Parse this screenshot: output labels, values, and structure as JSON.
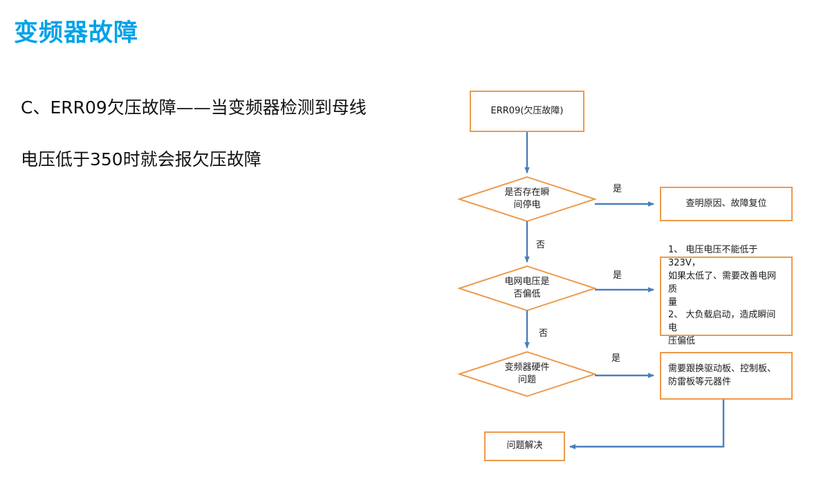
{
  "slide": {
    "title": "变频器故障",
    "body_lines": [
      "C、ERR09欠压故障——当变频器检测到母线",
      "电压低于350时就会报欠压故障"
    ]
  },
  "colors": {
    "title": "#00A2E8",
    "node_border": "#ED9A4B",
    "connector": "#4A7EBB",
    "text": "#1a1a1a",
    "background": "#ffffff"
  },
  "flowchart": {
    "type": "flowchart",
    "nodes": [
      {
        "id": "start",
        "shape": "rectangle",
        "text": "ERR09(欠压故障)"
      },
      {
        "id": "d1",
        "shape": "diamond",
        "text": "是否存在瞬\n间停电"
      },
      {
        "id": "a1",
        "shape": "rectangle",
        "text": "查明原因、故障复位"
      },
      {
        "id": "d2",
        "shape": "diamond",
        "text": "电网电压是\n否偏低"
      },
      {
        "id": "a2",
        "shape": "rectangle",
        "text": "1、 电压电压不能低于323V，\n如果太低了、需要改善电网质\n量\n2、 大负载启动，造成瞬间电\n压偏低"
      },
      {
        "id": "d3",
        "shape": "diamond",
        "text": "变频器硬件\n问题"
      },
      {
        "id": "a3",
        "shape": "rectangle",
        "text": "需要跟换驱动板、控制板、\n防雷板等元器件"
      },
      {
        "id": "end",
        "shape": "rectangle",
        "text": "问题解决"
      }
    ],
    "edges": [
      {
        "from": "start",
        "to": "d1",
        "label": ""
      },
      {
        "from": "d1",
        "to": "a1",
        "label": "是"
      },
      {
        "from": "d1",
        "to": "d2",
        "label": "否"
      },
      {
        "from": "d2",
        "to": "a2",
        "label": "是"
      },
      {
        "from": "d2",
        "to": "d3",
        "label": "否"
      },
      {
        "from": "d3",
        "to": "a3",
        "label": "是"
      },
      {
        "from": "a3",
        "to": "end",
        "label": ""
      }
    ],
    "edge_labels": {
      "yes_1": "是",
      "no_1": "否",
      "yes_2": "是",
      "no_2": "否",
      "yes_3": "是"
    }
  }
}
